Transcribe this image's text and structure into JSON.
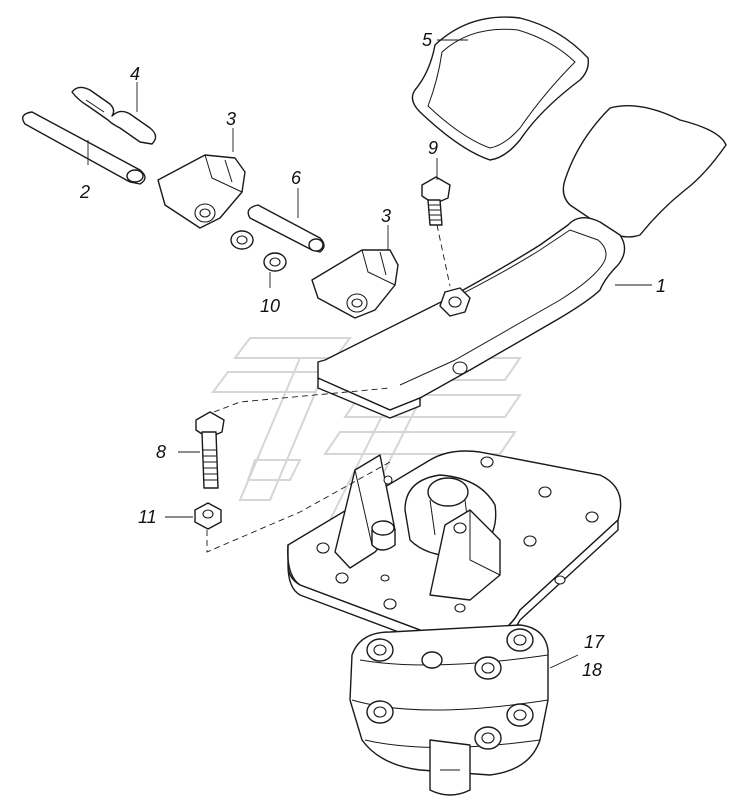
{
  "callouts": {
    "c1": "1",
    "c2": "2",
    "c3a": "3",
    "c3b": "3",
    "c4": "4",
    "c5": "5",
    "c6": "6",
    "c8": "8",
    "c9": "9",
    "c10": "10",
    "c11": "11",
    "c17": "17",
    "c18": "18"
  },
  "colors": {
    "line": "#1a1a1a",
    "background": "#ffffff",
    "watermark": "#d6d6d6"
  }
}
